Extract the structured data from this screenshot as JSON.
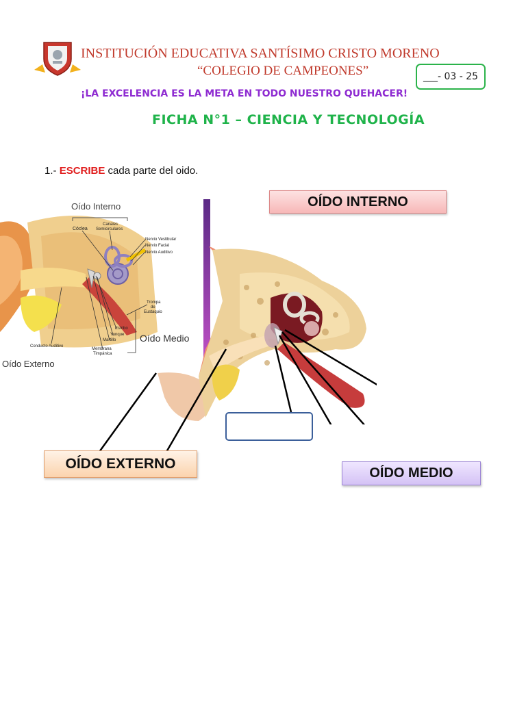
{
  "header": {
    "school_name": "INSTITUCIÓN EDUCATIVA SANTÍSIMO CRISTO MORENO",
    "school_motto": "“COLEGIO DE CAMPEONES”",
    "date": "___- 03 - 25",
    "tagline": "¡LA EXCELENCIA ES LA  META EN TODO NUESTRO QUEHACER!",
    "sheet_title": "FICHA N°1 – CIENCIA Y TECNOLOGÍA"
  },
  "instruction": {
    "number": "1.-",
    "keyword": "ESCRIBE",
    "text": "cada parte del oido."
  },
  "reference_diagram": {
    "title": "Oído Interno",
    "labels": {
      "coclea": "Cóclea",
      "canales": "Canales",
      "semicirculares": "Semicirculares",
      "nervio_vestibular": "Nervio Vestibular",
      "nervio_facial": "Nervio Facial",
      "nervio_auditivo": "Nervio Auditivo",
      "trompa_1": "Trompa",
      "trompa_2": "de",
      "trompa_3": "Eustaquio",
      "estribo": "Estribo",
      "yunque": "Yunque",
      "martillo": "Martillo",
      "membrana_1": "Membrana",
      "membrana_2": "Timpánica",
      "conducto": "Conducto Auditivo",
      "oido_medio": "Oído Medio",
      "oido_externo": "Oído Externo"
    }
  },
  "answer_labels": {
    "interno": "OÍDO INTERNO",
    "externo": "OÍDO  EXTERNO",
    "medio": "OÍDO MEDIO"
  },
  "colors": {
    "school": "#c0392b",
    "tagline": "#8e2bd1",
    "title": "#1fb34a",
    "keyword": "#e01b1b"
  }
}
